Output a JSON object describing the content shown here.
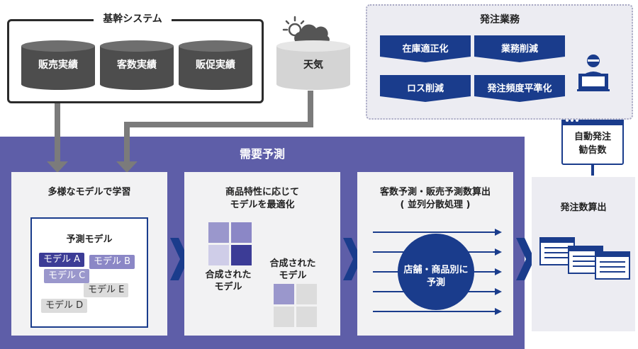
{
  "kikan": {
    "title": "基幹システム",
    "databases": [
      "販売実績",
      "客数実績",
      "販促実績"
    ]
  },
  "weather": {
    "label": "天気"
  },
  "hatchu": {
    "title": "発注業務",
    "tasks": [
      "在庫適正化",
      "業務削減",
      "ロス削減",
      "発注頻度平準化"
    ]
  },
  "juyo": {
    "title": "需要予測"
  },
  "step1": {
    "title": "多様なモデルで学習",
    "box_title": "予測モデル",
    "models": [
      "モデル A",
      "モデル B",
      "モデル C",
      "モデル E",
      "モデル D"
    ]
  },
  "step2": {
    "title_line1": "商品特性に応じて",
    "title_line2": "モデルを最適化",
    "left_caption_line1": "合成された",
    "left_caption_line2": "モデル",
    "right_caption_line1": "合成された",
    "right_caption_line2": "モデル"
  },
  "step3": {
    "title_line1": "客数予測・販売予測数算出",
    "title_line2": "( 並列分散処理 )",
    "circle_line1": "店舗・商品別に",
    "circle_line2": "予測"
  },
  "step4": {
    "title": "発注数算出"
  },
  "recommend": {
    "line1": "自動発注",
    "line2": "勧告数"
  },
  "colors": {
    "navy": "#1a3c8c",
    "purple": "#5e5ea8",
    "light_purple": "#9a97cc",
    "panel_bg": "#f2f2f3"
  }
}
